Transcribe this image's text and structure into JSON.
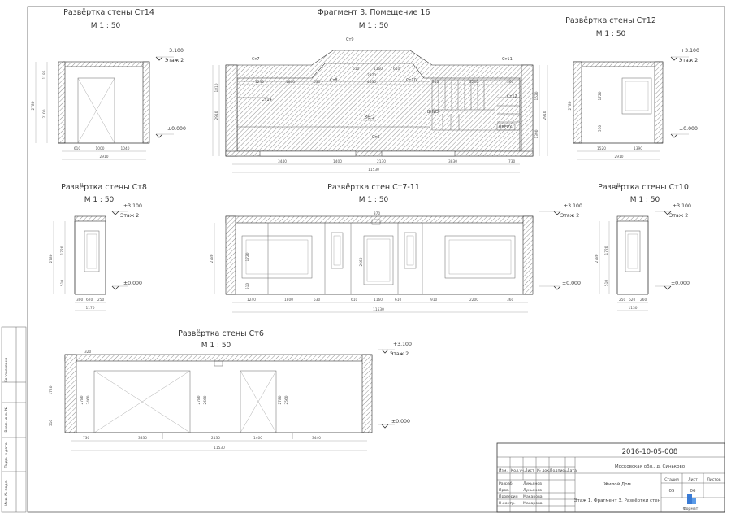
{
  "views": {
    "st14": {
      "title": "Развёртка стены Ст14",
      "scale": "М  1 : 50",
      "level_top": "+3.100",
      "floor": "Этаж 2",
      "level_zero": "±0.000",
      "dims_bottom": [
        "610",
        "1000",
        "1040"
      ],
      "total": "2910",
      "dims_left": [
        "2780",
        "2100",
        "1185"
      ]
    },
    "frag": {
      "title": "Фрагмент 3. Помещение 16",
      "scale": "М  1 : 50",
      "area": "36,2",
      "room_labels": [
        "Ст7",
        "Ст9",
        "Ст11",
        "Ст8",
        "Ст10",
        "Ст14",
        "Ст12",
        "Ст6",
        "ВНИЗ",
        "ВВЕРХ"
      ],
      "dims_top": [
        "1240",
        "1800",
        "530",
        "610",
        "1160",
        "610",
        "2370",
        "4030",
        "910",
        "2200",
        "360"
      ],
      "dims_bottom": [
        "3440",
        "1400",
        "2130",
        "3830",
        "730"
      ],
      "total": "11530",
      "dims_left": [
        "2910",
        "1810"
      ],
      "dims_right": [
        "1520",
        "2910",
        "1390"
      ]
    },
    "st12": {
      "title": "Развёртка стены Ст12",
      "scale": "М  1 : 50",
      "level_top": "+3.100",
      "floor": "Этаж 2",
      "level_zero": "±0.000",
      "dims_bottom": [
        "1520",
        "1390"
      ],
      "total": "2910",
      "dims_left": [
        "2780",
        "1720",
        "510"
      ]
    },
    "st8": {
      "title": "Развёртка стены Ст8",
      "scale": "М  1 : 50",
      "level_top": "+3.100",
      "floor": "Этаж 2",
      "level_zero": "±0.000",
      "dims_bottom": [
        "300",
        "620",
        "250"
      ],
      "total": "1170",
      "dims_left": [
        "2780",
        "1720",
        "510"
      ]
    },
    "st711": {
      "title": "Развёртка стен Ст7-11",
      "scale": "М  1 : 50",
      "level_top": "+3.100",
      "floor": "Этаж 2",
      "level_zero": "±0.000",
      "dims_bottom": [
        "1240",
        "1800",
        "530",
        "610",
        "1160",
        "610",
        "910",
        "2200",
        "360"
      ],
      "total": "11530",
      "dims_mid": [
        "2780",
        "1720",
        "510",
        "2660",
        "370"
      ]
    },
    "st10": {
      "title": "Развёртка стены Ст10",
      "scale": "М  1 : 50",
      "level_top": "+3.100",
      "floor": "Этаж 2",
      "level_zero": "±0.000",
      "dims_bottom": [
        "250",
        "620",
        "260"
      ],
      "total": "1130",
      "dims_left": [
        "2780",
        "1720",
        "510"
      ]
    },
    "st6": {
      "title": "Развёртка стены Ст6",
      "scale": "М  1 : 50",
      "level_top": "+3.100",
      "floor": "Этаж 2",
      "level_zero": "±0.000",
      "dims_bottom": [
        "730",
        "3830",
        "2130",
        "1400",
        "3440"
      ],
      "total": "11530",
      "dims_mid": [
        "2780",
        "2460",
        "2780",
        "2660",
        "2780",
        "2560",
        "1720",
        "510",
        "320"
      ]
    }
  },
  "side_stamp": [
    "Согласовано",
    "Взам. инв. №",
    "Подп. и дата",
    "Инв. № подл."
  ],
  "title_block": {
    "code": "2016-10-05-008",
    "address": "Московская обл., д. Синьково",
    "object": "Жилой Дом",
    "sheet_title": "Этаж 1. Фрагмент 3. Развёртки стен",
    "headers": [
      "Изм.",
      "Кол.уч.",
      "Лист",
      "№ док.",
      "Подпись",
      "Дата"
    ],
    "roles": [
      "Разраб.",
      "Пров.",
      "Проверил",
      "Н.контр."
    ],
    "names": [
      "Лукьянов",
      "Лукьянов",
      "Макарова",
      "Макарова"
    ],
    "stage_headers": [
      "Стадия",
      "Лист",
      "Листов"
    ],
    "stage_values": [
      "05",
      "06",
      ""
    ],
    "logo_text": "Формат"
  }
}
